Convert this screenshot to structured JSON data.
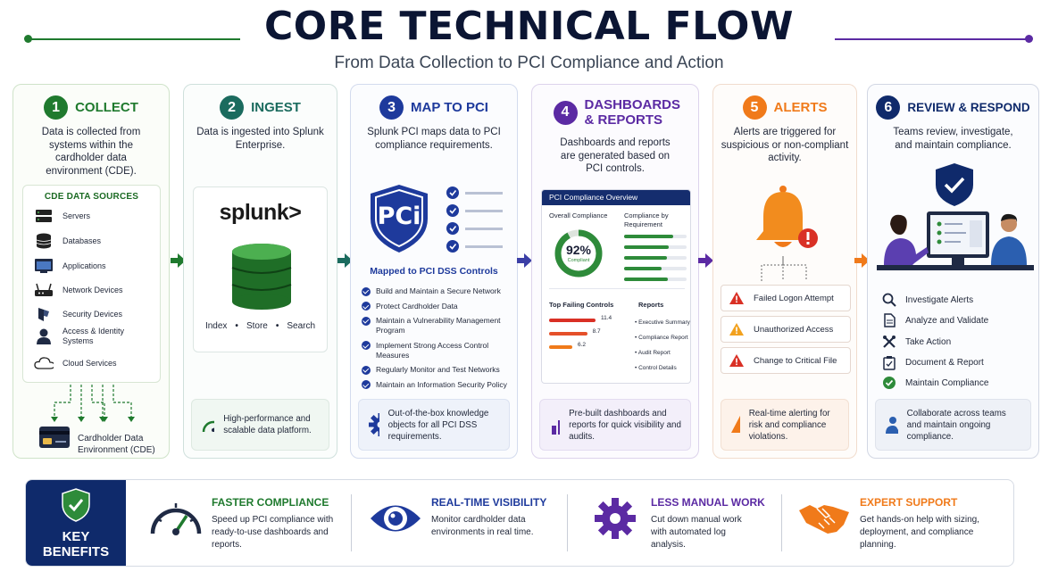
{
  "header": {
    "title": "CORE TECHNICAL FLOW",
    "subtitle": "From Data Collection to PCI Compliance and Action"
  },
  "colors": {
    "collect": "#1f7a2e",
    "ingest": "#1b6b5e",
    "map": "#1e3a9c",
    "dashboards": "#5b2aa3",
    "alerts": "#f07a1a",
    "review": "#0f2a6b"
  },
  "steps": [
    {
      "number": "1",
      "title": "COLLECT",
      "description": "Data is collected from systems within the cardholder data environment (CDE).",
      "sources_title": "CDE DATA SOURCES",
      "sources": [
        {
          "label": "Servers",
          "icon": "server-icon"
        },
        {
          "label": "Databases",
          "icon": "database-icon"
        },
        {
          "label": "Applications",
          "icon": "application-window-icon"
        },
        {
          "label": "Network Devices",
          "icon": "network-router-icon"
        },
        {
          "label": "Security Devices",
          "icon": "security-device-icon"
        },
        {
          "label": "Access & Identity Systems",
          "icon": "user-icon"
        },
        {
          "label": "Cloud Services",
          "icon": "cloud-icon"
        }
      ],
      "footer": "Cardholder Data Environment (CDE)"
    },
    {
      "number": "2",
      "title": "INGEST",
      "description": "Data is ingested into Splunk Enterprise.",
      "logo": "splunk>",
      "pipeline": [
        "Index",
        "Store",
        "Search"
      ],
      "note": "High-performance and scalable data platform."
    },
    {
      "number": "3",
      "title": "MAP TO PCI",
      "description": "Splunk PCI maps data to PCI compliance requirements.",
      "badge": "PCi",
      "controls_title": "Mapped to PCI DSS Controls",
      "controls": [
        "Build and Maintain a Secure Network",
        "Protect Cardholder Data",
        "Maintain a Vulnerability Management Program",
        "Implement Strong Access Control Measures",
        "Regularly Monitor and Test Networks",
        "Maintain an Information Security Policy"
      ],
      "note": "Out-of-the-box knowledge objects for all PCI DSS requirements."
    },
    {
      "number": "4",
      "title": "DASHBOARDS & REPORTS",
      "description": "Dashboards and reports are generated based on PCI controls.",
      "panel_title": "PCI Compliance Overview",
      "overall_label": "Overall Compliance",
      "overall_value": "92%",
      "overall_sub": "Compliant",
      "by_req_label": "Compliance by Requirement",
      "requirement_levels": [
        0.78,
        0.72,
        0.68,
        0.6,
        0.7
      ],
      "failing_label": "Top Failing Controls",
      "failing_controls": [
        {
          "value": "11.4",
          "level": 1.0
        },
        {
          "value": "8.7",
          "level": 0.82
        },
        {
          "value": "6.2",
          "level": 0.5
        }
      ],
      "reports_label": "Reports",
      "reports": [
        "Executive Summary",
        "Compliance Report",
        "Audit Report",
        "Control Details"
      ],
      "note": "Pre-built dashboards and reports for quick visibility and audits."
    },
    {
      "number": "5",
      "title": "ALERTS",
      "description": "Alerts are triggered for suspicious or non-compliant activity.",
      "alerts": [
        "Failed Logon Attempt",
        "Unauthorized Access",
        "Change to Critical File"
      ],
      "note": "Real-time alerting for risk and compliance violations."
    },
    {
      "number": "6",
      "title": "REVIEW & RESPOND",
      "description": "Teams review, investigate, and maintain compliance.",
      "actions": [
        {
          "label": "Investigate Alerts",
          "icon": "magnifier-icon"
        },
        {
          "label": "Analyze and Validate",
          "icon": "document-icon"
        },
        {
          "label": "Take Action",
          "icon": "tools-icon"
        },
        {
          "label": "Document & Report",
          "icon": "clipboard-icon"
        },
        {
          "label": "Maintain Compliance",
          "icon": "check-circle-icon"
        }
      ],
      "note": "Collaborate across teams and maintain ongoing compliance."
    }
  ],
  "benefits": {
    "label_line1": "KEY",
    "label_line2": "BENEFITS",
    "items": [
      {
        "title": "FASTER COMPLIANCE",
        "description": "Speed up PCI compliance with ready-to-use dashboards and reports.",
        "color": "#1f7a2e",
        "icon": "speedometer-icon"
      },
      {
        "title": "REAL-TIME VISIBILITY",
        "description": "Monitor cardholder data environments in real time.",
        "color": "#1e3a9c",
        "icon": "eye-icon"
      },
      {
        "title": "LESS MANUAL WORK",
        "description": "Cut down manual work with automated log analysis.",
        "color": "#5b2aa3",
        "icon": "gear-icon"
      },
      {
        "title": "EXPERT SUPPORT",
        "description": "Get hands-on help with sizing, deployment, and compliance planning.",
        "color": "#f07a1a",
        "icon": "handshake-icon"
      }
    ]
  }
}
